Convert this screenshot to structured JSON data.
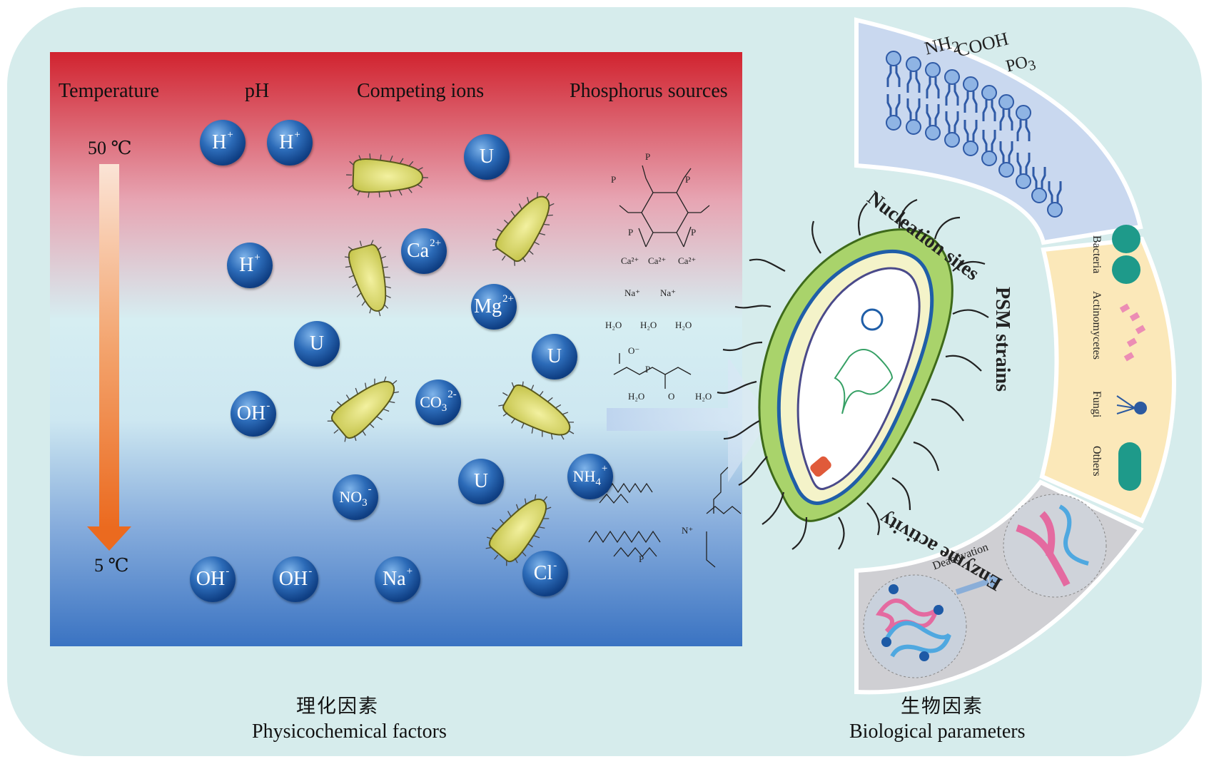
{
  "left_panel": {
    "headers": {
      "temperature": "Temperature",
      "ph": "pH",
      "competing_ions": "Competing ions",
      "phosphorus_sources": "Phosphorus sources"
    },
    "temp_high": "50 ℃",
    "temp_low": "5 ℃",
    "ions": {
      "h1": "H",
      "h2": "H",
      "h3": "H",
      "plus": "+",
      "u": "U",
      "oh": "OH",
      "minus": "-",
      "ca": "Ca",
      "ca_charge": "2+",
      "mg": "Mg",
      "mg_charge": "2+",
      "co3": "CO",
      "co3_sub": "3",
      "co3_charge": "2-",
      "no3": "NO",
      "no3_sub": "3",
      "no3_charge": "-",
      "nh4": "NH",
      "nh4_sub": "4",
      "nh4_charge": "+",
      "na": "Na",
      "na_charge": "+",
      "cl": "Cl",
      "cl_charge": "-"
    },
    "chem_labels": {
      "ca2": "Ca²⁺",
      "na": "Na⁺",
      "h2o": "H₂O",
      "o_minus": "O⁻",
      "o": "O",
      "p": "P",
      "n_plus": "N⁺"
    }
  },
  "right_panel": {
    "nucleation_sites": "Nucleation sites",
    "psm_strains": "PSM strains",
    "enzyme_activity": "Enzyme activity",
    "groups": {
      "nh2": "NH",
      "nh2_sub": "2",
      "cooh": "COOH",
      "po3": "PO",
      "po3_sub": "3"
    },
    "strains": [
      "Bacteria",
      "Actinomycetes",
      "Fungi",
      "Others"
    ],
    "deactivation": "Deactivation"
  },
  "captions": {
    "left_cn": "理化因素",
    "left_en": "Physicochemical factors",
    "right_cn": "生物因素",
    "right_en": "Biological parameters"
  },
  "colors": {
    "outer_bg": "#d6ecec",
    "panel_top": "#d22a34",
    "panel_mid": "#cfe8ee",
    "panel_bottom": "#3a78c2",
    "ion_blue": "#1d5aa6",
    "bacterium_yellow": "#dcdc6a",
    "arc_blue": "#c9d8ef",
    "arc_yellow": "#fbe8b9",
    "arc_gray": "#cfcfd3",
    "temp_arrow": "#ec7424"
  }
}
